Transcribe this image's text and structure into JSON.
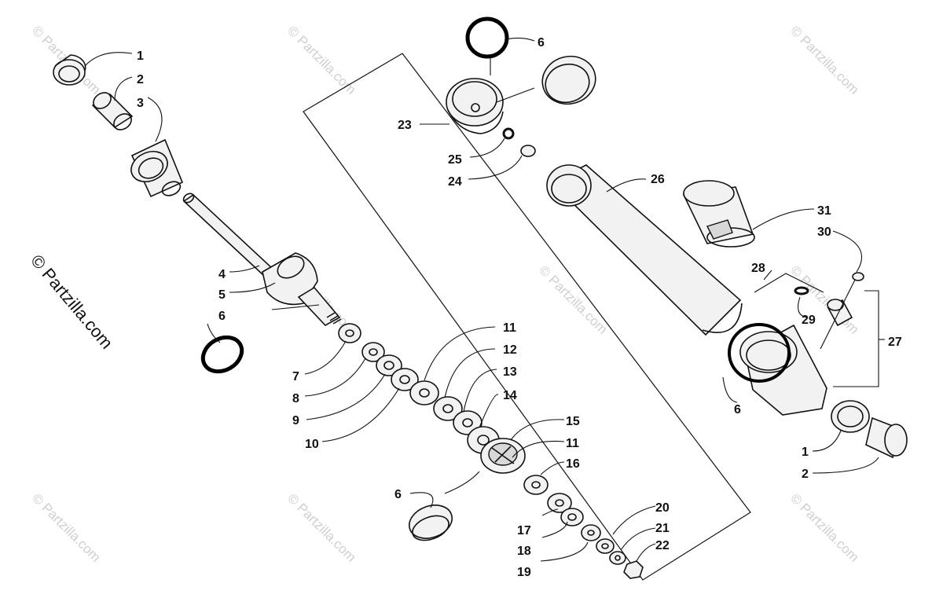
{
  "copyright": "© Partzilla.com",
  "watermark": "© Partzilla.com",
  "callouts": [
    "1",
    "2",
    "3",
    "4",
    "5",
    "6",
    "6",
    "7",
    "8",
    "9",
    "10",
    "11",
    "12",
    "13",
    "14",
    "15",
    "11",
    "16",
    "6",
    "17",
    "18",
    "19",
    "20",
    "21",
    "22",
    "23",
    "25",
    "24",
    "6",
    "26",
    "31",
    "30",
    "28",
    "29",
    "27",
    "6",
    "1",
    "2"
  ]
}
